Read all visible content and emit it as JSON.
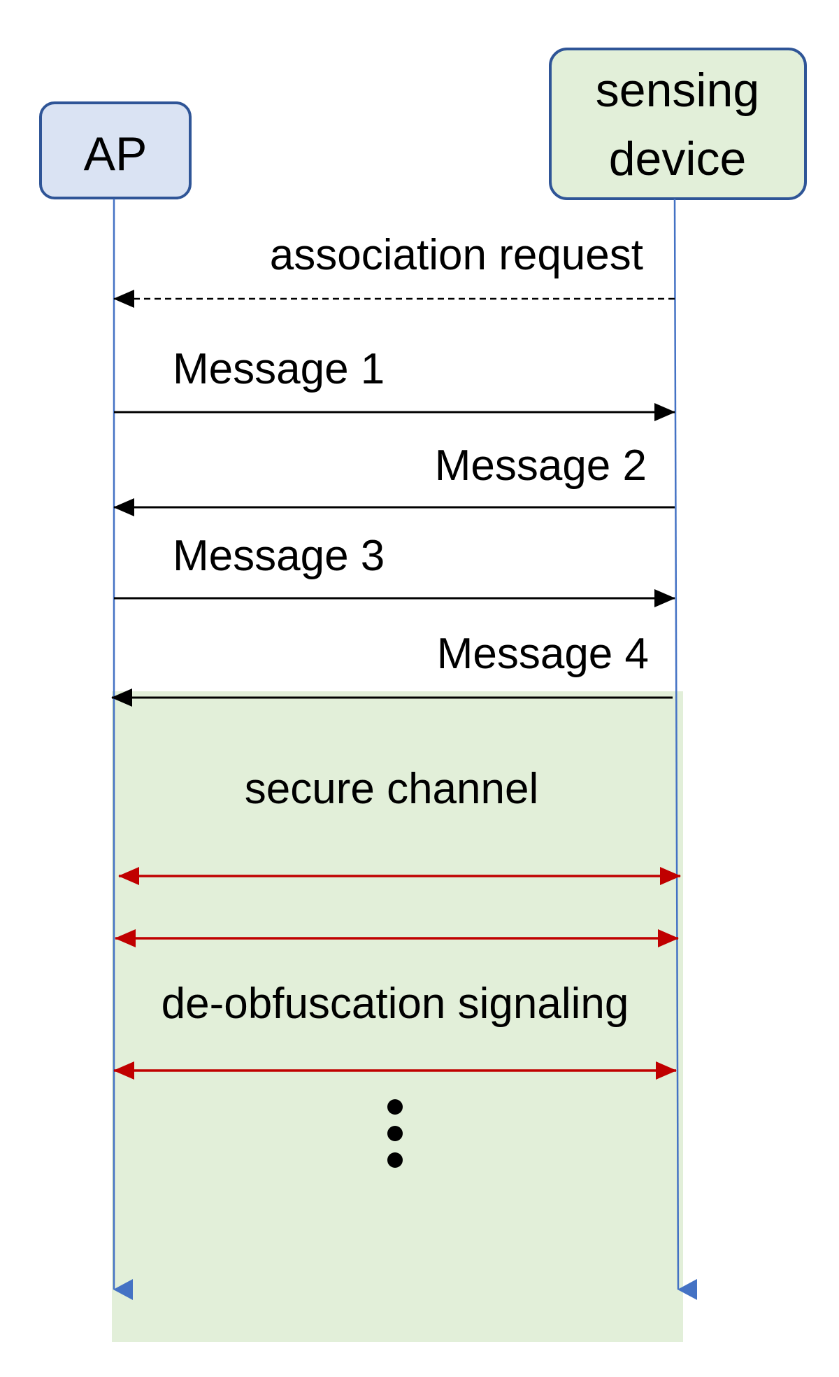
{
  "participants": {
    "ap": {
      "label": "AP",
      "fill": "#dae3f3",
      "stroke": "#2f5597"
    },
    "sensing": {
      "label_line1": "sensing",
      "label_line2": "device",
      "fill": "#e2efd9",
      "stroke": "#2f5597"
    }
  },
  "messages": {
    "association_request": "association request",
    "message1": "Message 1",
    "message2": "Message 2",
    "message3": "Message 3",
    "message4": "Message 4"
  },
  "secure_channel": {
    "title": "secure channel",
    "signaling_label": "de-obfuscation signaling",
    "fill": "#e2efd9",
    "arrow_color": "#c00000"
  },
  "lifeline_color": "#4472c4"
}
